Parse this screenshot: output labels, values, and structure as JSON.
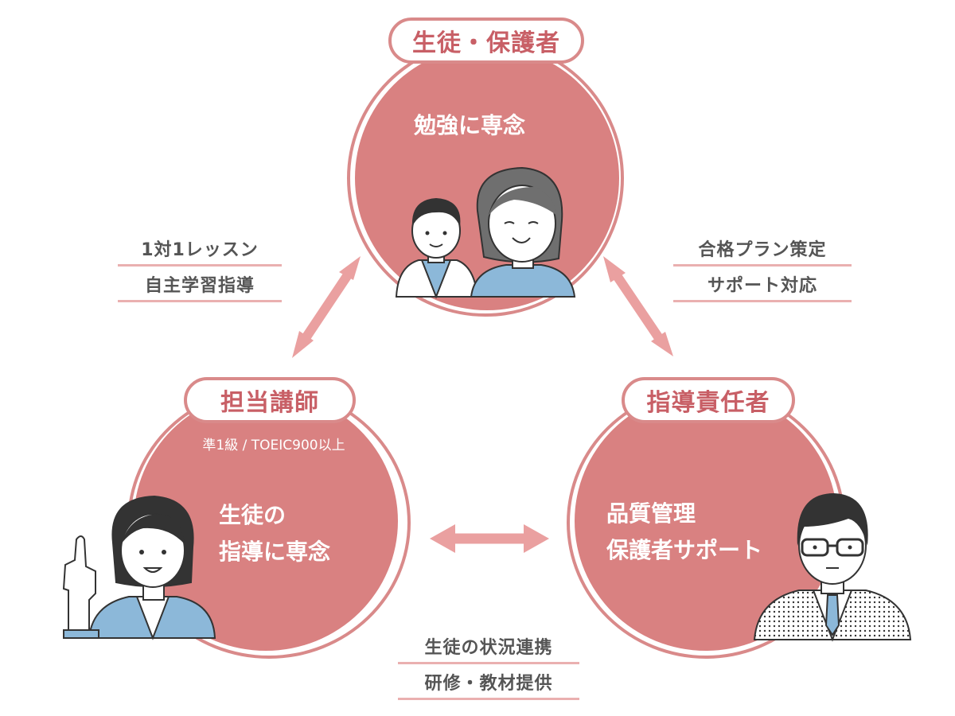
{
  "nodes": {
    "top": {
      "title": "生徒・保護者",
      "text": "勉強に専念"
    },
    "left": {
      "title": "担当講師",
      "qualification": "準1級 / TOEIC900以上",
      "text_line1": "生徒の",
      "text_line2": "指導に専念"
    },
    "right": {
      "title": "指導責任者",
      "text_line1": "品質管理",
      "text_line2": "保護者サポート"
    }
  },
  "edges": {
    "top_left": {
      "line1": "1対1レッスン",
      "line2": "自主学習指導"
    },
    "top_right": {
      "line1": "合格プラン策定",
      "line2": "サポート対応"
    },
    "left_right": {
      "line1": "生徒の状況連携",
      "line2": "研修・教材提供"
    }
  },
  "colors": {
    "circle_fill": "#d98181",
    "circle_ring": "#d98a8a",
    "title_text": "#c85f66",
    "arrow": "#eaa0a0",
    "underline": "#eab0b0"
  }
}
